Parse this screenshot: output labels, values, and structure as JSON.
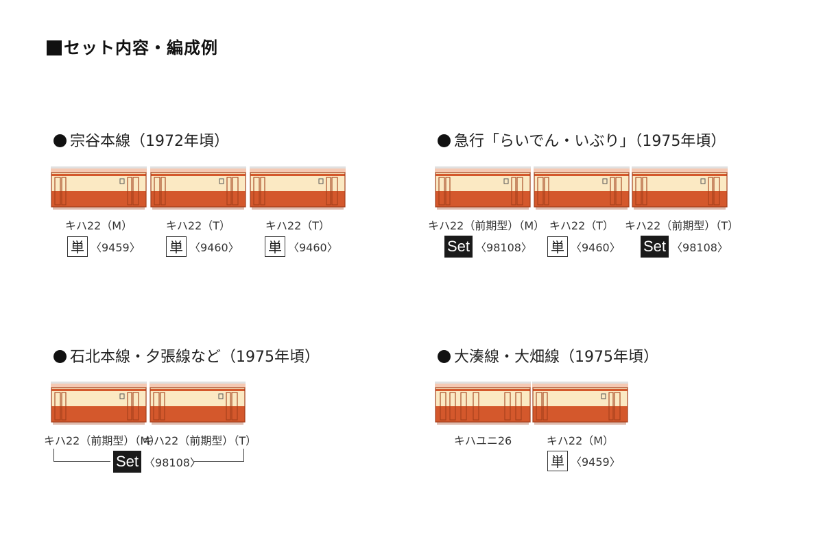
{
  "page_title": "セット内容・編成例",
  "colors": {
    "cream": "#fbe9c3",
    "orange": "#d4582c",
    "roof": "#f5c9b3",
    "outline": "#a33f1b"
  },
  "sections": [
    {
      "heading": "宗谷本線（1972年頃）",
      "cars": [
        {
          "type": "kiha22",
          "label": "キハ22（M）",
          "badge": "単",
          "code": "〈9459〉"
        },
        {
          "type": "kiha22",
          "label": "キハ22（T）",
          "badge": "単",
          "code": "〈9460〉"
        },
        {
          "type": "kiha22",
          "label": "キハ22（T）",
          "badge": "単",
          "code": "〈9460〉"
        }
      ]
    },
    {
      "heading": "急行「らいでん・いぶり」（1975年頃）",
      "cars": [
        {
          "type": "kiha22",
          "label": "キハ22（前期型）（M）",
          "badge": "Set",
          "code": "〈98108〉"
        },
        {
          "type": "kiha22",
          "label": "キハ22（T）",
          "badge": "単",
          "code": "〈9460〉"
        },
        {
          "type": "kiha22",
          "label": "キハ22（前期型）（T）",
          "badge": "Set",
          "code": "〈98108〉"
        }
      ]
    },
    {
      "heading": "石北本線・夕張線など（1975年頃）",
      "cars": [
        {
          "type": "kiha22",
          "label": "キハ22（前期型）（M）"
        },
        {
          "type": "kiha22",
          "label": "キハ22（前期型）（T）"
        }
      ],
      "group_badge": "Set",
      "group_code": "〈98108〉"
    },
    {
      "heading": "大湊線・大畑線（1975年頃）",
      "cars": [
        {
          "type": "kiyuni26",
          "label": "キハユニ26"
        },
        {
          "type": "kiha22",
          "label": "キハ22（M）",
          "badge": "単",
          "code": "〈9459〉"
        }
      ]
    }
  ]
}
